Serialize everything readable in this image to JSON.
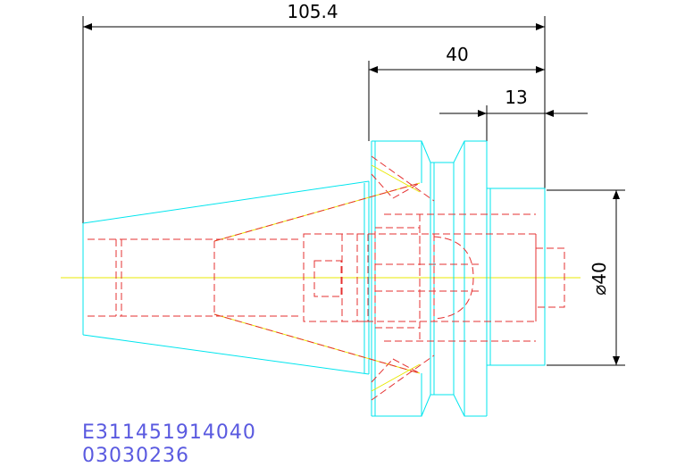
{
  "dimensions": {
    "overall_length": "105.4",
    "flange_length": "40",
    "shank_length": "13",
    "diameter": "⌀40"
  },
  "codes": {
    "line1": "E311451914040",
    "line2": "03030236"
  },
  "colors": {
    "outline": "#00e5ee",
    "hidden": "#e53030",
    "centerline": "#e8e800",
    "dimension": "#000000",
    "code_text": "#5a5ae0"
  }
}
